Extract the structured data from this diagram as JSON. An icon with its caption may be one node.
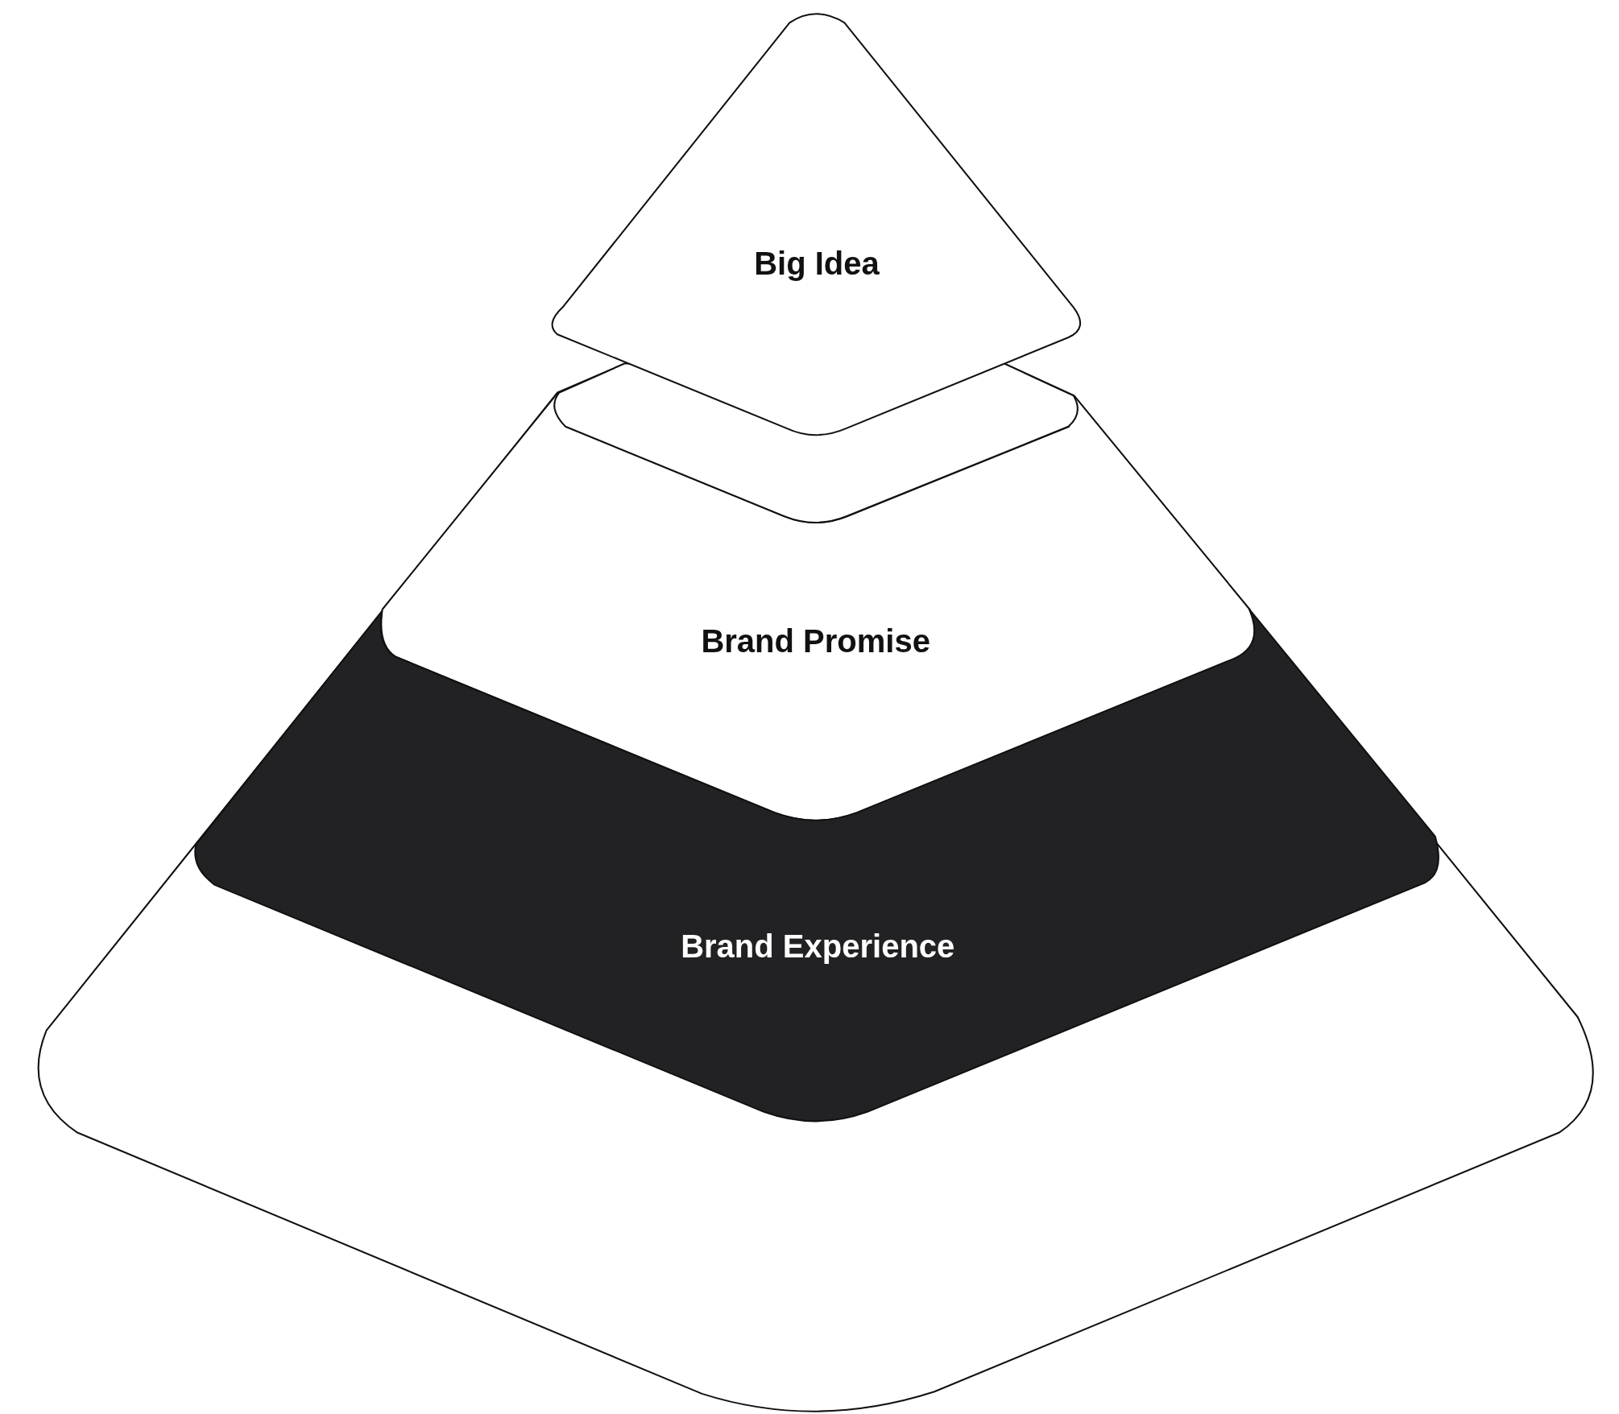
{
  "diagram": {
    "nodes": [
      {
        "text": [
          "Big Idea"
        ]
      },
      {
        "text": [],
        "shape": "band",
        "in": 4
      },
      {
        "text": [
          "Brand Promise"
        ],
        "in": 4
      },
      {
        "text": [
          "Brand Experience"
        ],
        "in": 4
      },
      {
        "text": [],
        "shape": "pyramid"
      }
    ]
  }
}
